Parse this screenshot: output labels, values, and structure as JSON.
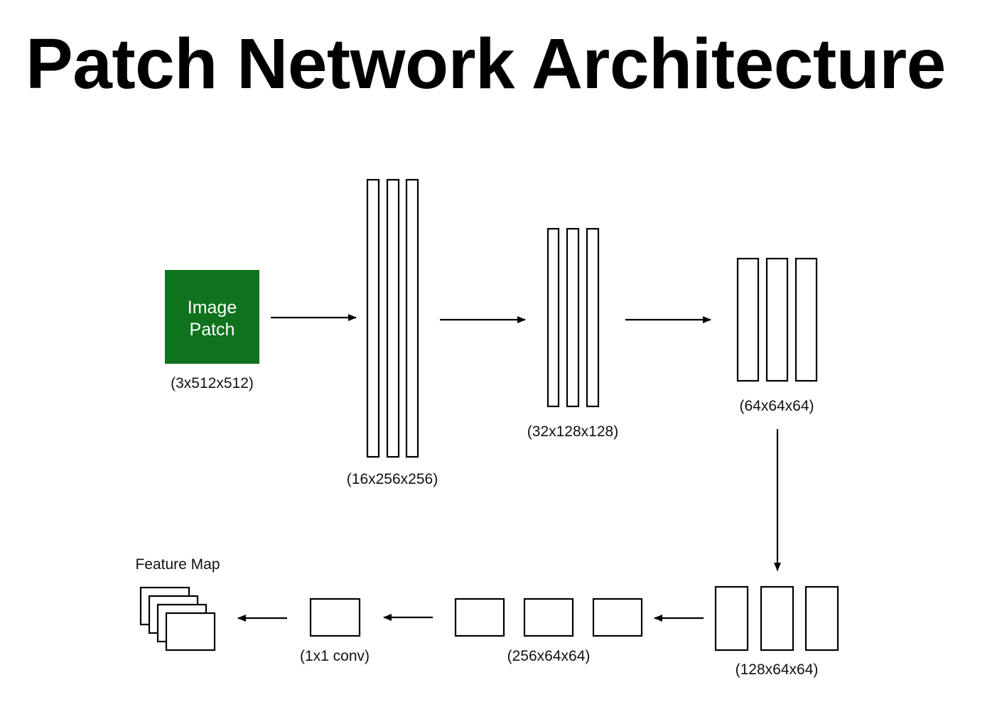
{
  "title": "Patch Network Architecture",
  "colors": {
    "input_fill": "#0f721d",
    "stroke": "#000000",
    "background": "#ffffff"
  },
  "diagram": {
    "input": {
      "line1": "Image",
      "line2": "Patch",
      "shape": "(3x512x512)"
    },
    "layers": [
      {
        "id": "layer1",
        "shape": "(16x256x256)",
        "blocks": 3
      },
      {
        "id": "layer2",
        "shape": "(32x128x128)",
        "blocks": 3
      },
      {
        "id": "layer3",
        "shape": "(64x64x64)",
        "blocks": 3
      },
      {
        "id": "layer4",
        "shape": "(128x64x64)",
        "blocks": 3
      },
      {
        "id": "layer5",
        "shape": "(256x64x64)",
        "blocks": 3
      },
      {
        "id": "conv",
        "shape": "(1x1 conv)",
        "blocks": 1
      }
    ],
    "output": {
      "label": "Feature Map",
      "stack_count": 4
    }
  }
}
